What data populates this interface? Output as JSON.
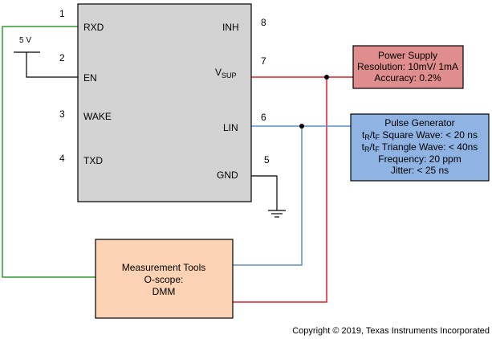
{
  "chip": {
    "pins_left": [
      {
        "num": "1",
        "label": "RXD"
      },
      {
        "num": "2",
        "label": "EN"
      },
      {
        "num": "3",
        "label": "WAKE"
      },
      {
        "num": "4",
        "label": "TXD"
      }
    ],
    "pins_right": [
      {
        "num": "8",
        "label": "INH"
      },
      {
        "num": "7",
        "label": "V",
        "sub": "SUP"
      },
      {
        "num": "6",
        "label": "LIN"
      },
      {
        "num": "5",
        "label": "GND"
      }
    ]
  },
  "supply_label": "5 V",
  "power_supply": {
    "title": "Power Supply",
    "line1": "Resolution: 10mV/ 1mA",
    "line2": "Accuracy: 0.2%"
  },
  "pulse_generator": {
    "title": "Pulse Generator",
    "square_wave": {
      "t1": "t",
      "s1": "R",
      "sep": "/t",
      "s2": "F",
      "rest": " Square Wave: < 20 ns"
    },
    "triangle_wave": {
      "t1": "t",
      "s1": "R",
      "sep": "/t",
      "s2": "F",
      "rest": " Triangle Wave: < 40ns"
    },
    "frequency": "Frequency: 20 ppm",
    "jitter": "Jitter: < 25 ns"
  },
  "measurement_tools": {
    "line1": "Measurement Tools",
    "line2": "O-scope:",
    "line3": "DMM"
  },
  "copyright": "Copyright © 2019, Texas Instruments Incorporated",
  "colors": {
    "chip_fill": "#d3d3d3",
    "power_fill": "#e08d8d",
    "pulse_fill": "#8fb3e3",
    "tools_fill": "#fbd2b4",
    "red_wire": "#e41f26",
    "blue_wire": "#5b8fc9",
    "green_wire": "#2e9a2e"
  }
}
